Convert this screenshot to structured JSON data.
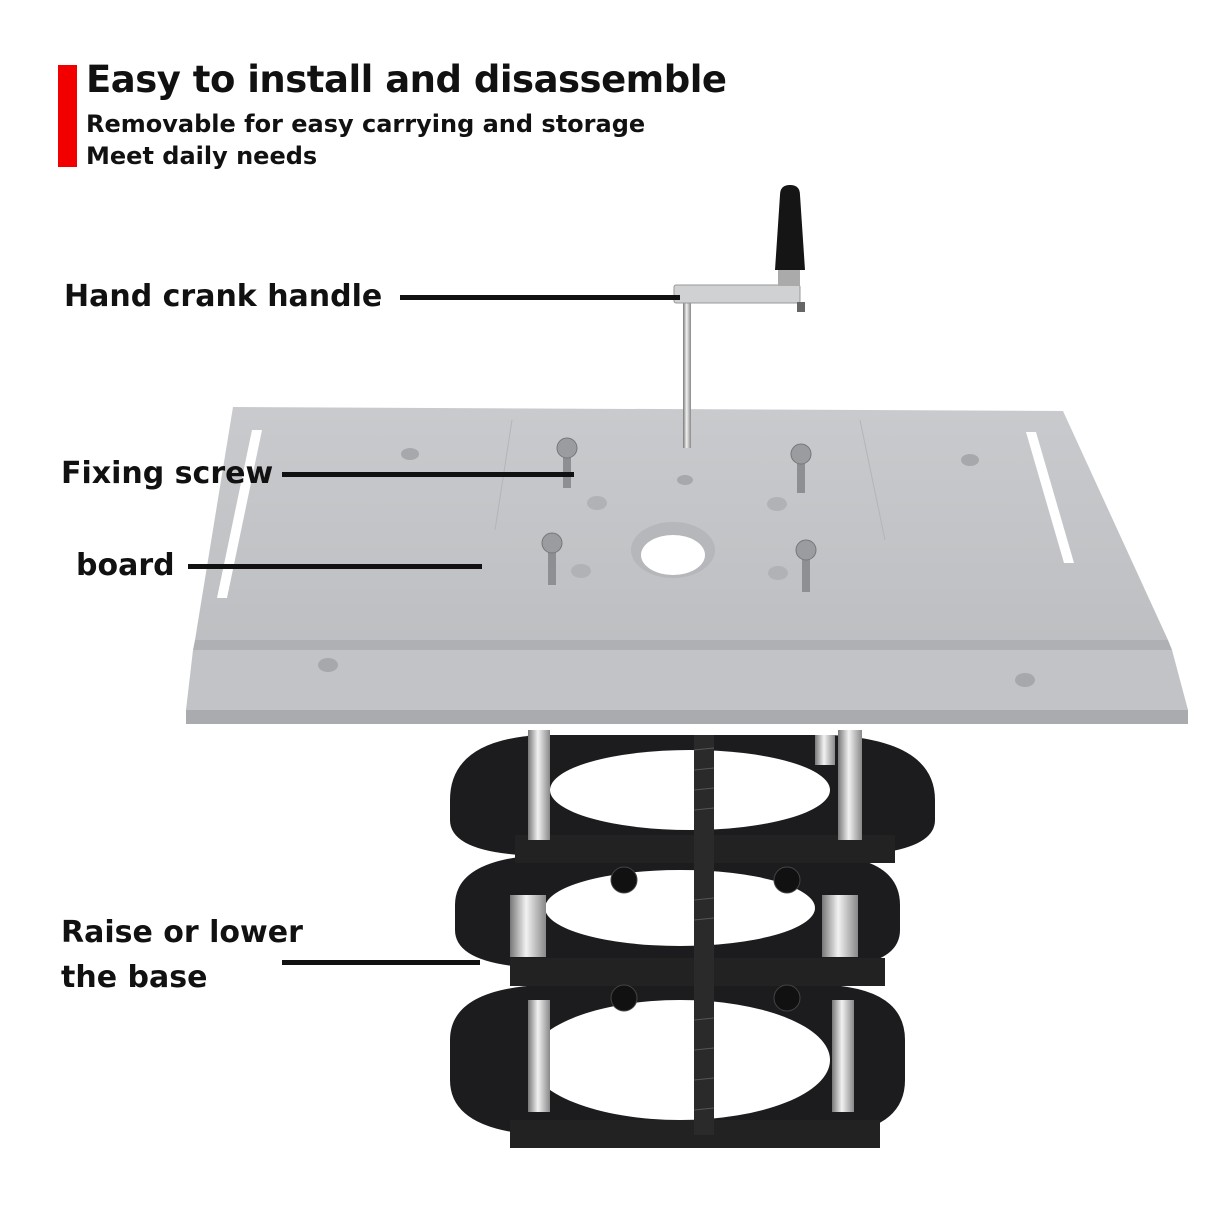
{
  "header": {
    "title": "Easy to install and disassemble",
    "subtitle_lines": [
      "Removable for easy carrying and storage",
      "Meet daily needs"
    ],
    "accent_color": "#f20000"
  },
  "callouts": [
    {
      "label": "Hand crank handle"
    },
    {
      "label": "Fixing screw"
    },
    {
      "label": "board"
    },
    {
      "label_line1": "Raise or lower",
      "label_line2": "the base"
    }
  ],
  "product": {
    "plate_color": "#c4c6c9",
    "base_color": "#1c1c1e",
    "rod_color": "#d8d8d8"
  }
}
